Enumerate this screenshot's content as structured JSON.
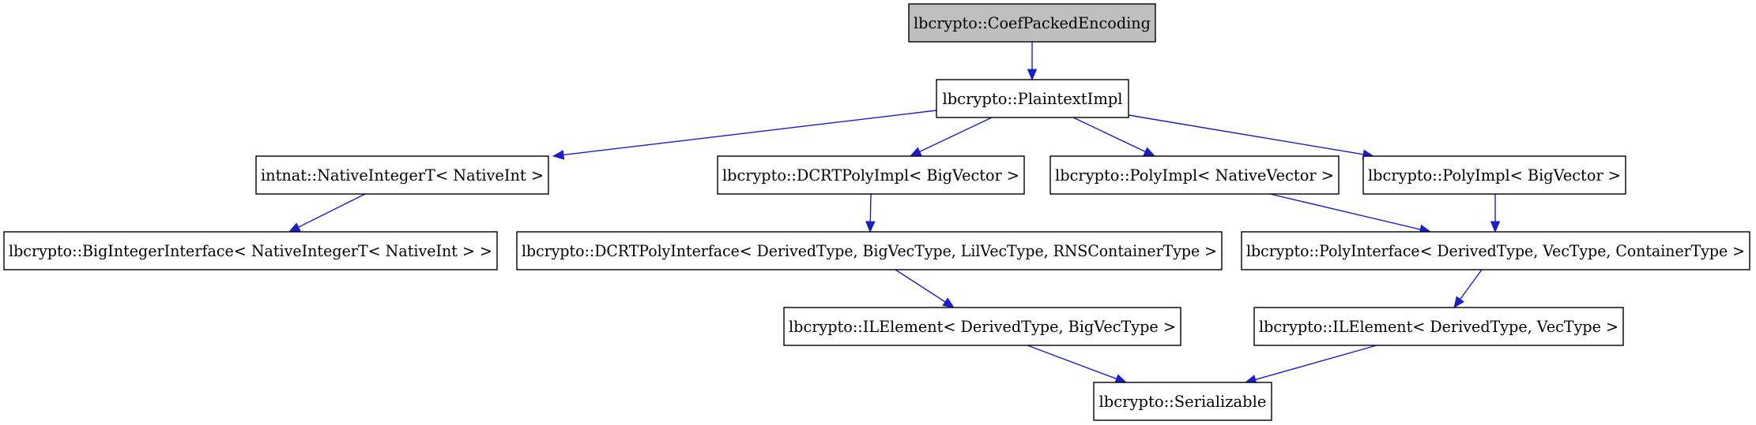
{
  "diagram": {
    "nodes": [
      {
        "id": "coef",
        "label": "lbcrypto::CoefPackedEncoding",
        "highlight": true
      },
      {
        "id": "plain",
        "label": "lbcrypto::PlaintextImpl"
      },
      {
        "id": "natint",
        "label": "intnat::NativeIntegerT< NativeInt >"
      },
      {
        "id": "dcrtimpl",
        "label": "lbcrypto::DCRTPolyImpl< BigVector >"
      },
      {
        "id": "polynative",
        "label": "lbcrypto::PolyImpl< NativeVector >"
      },
      {
        "id": "polybig",
        "label": "lbcrypto::PolyImpl< BigVector >"
      },
      {
        "id": "bigint",
        "label": "lbcrypto::BigIntegerInterface< NativeIntegerT< NativeInt > >"
      },
      {
        "id": "dcrtiface",
        "label": "lbcrypto::DCRTPolyInterface< DerivedType, BigVecType, LilVecType, RNSContainerType >"
      },
      {
        "id": "polyiface",
        "label": "lbcrypto::PolyInterface< DerivedType, VecType, ContainerType >"
      },
      {
        "id": "ilbig",
        "label": "lbcrypto::ILElement< DerivedType, BigVecType >"
      },
      {
        "id": "ilvec",
        "label": "lbcrypto::ILElement< DerivedType, VecType >"
      },
      {
        "id": "serial",
        "label": "lbcrypto::Serializable"
      }
    ],
    "edges": [
      {
        "from": "coef",
        "to": "plain"
      },
      {
        "from": "plain",
        "to": "natint"
      },
      {
        "from": "plain",
        "to": "dcrtimpl"
      },
      {
        "from": "plain",
        "to": "polynative"
      },
      {
        "from": "plain",
        "to": "polybig"
      },
      {
        "from": "natint",
        "to": "bigint"
      },
      {
        "from": "dcrtimpl",
        "to": "dcrtiface"
      },
      {
        "from": "polynative",
        "to": "polyiface"
      },
      {
        "from": "polybig",
        "to": "polyiface"
      },
      {
        "from": "dcrtiface",
        "to": "ilbig"
      },
      {
        "from": "polyiface",
        "to": "ilvec"
      },
      {
        "from": "ilbig",
        "to": "serial"
      },
      {
        "from": "ilvec",
        "to": "serial"
      }
    ],
    "colors": {
      "edge": "#1c1cc8",
      "highlight_fill": "#bfbfbf",
      "node_fill": "#ffffff",
      "border": "#000000"
    }
  }
}
